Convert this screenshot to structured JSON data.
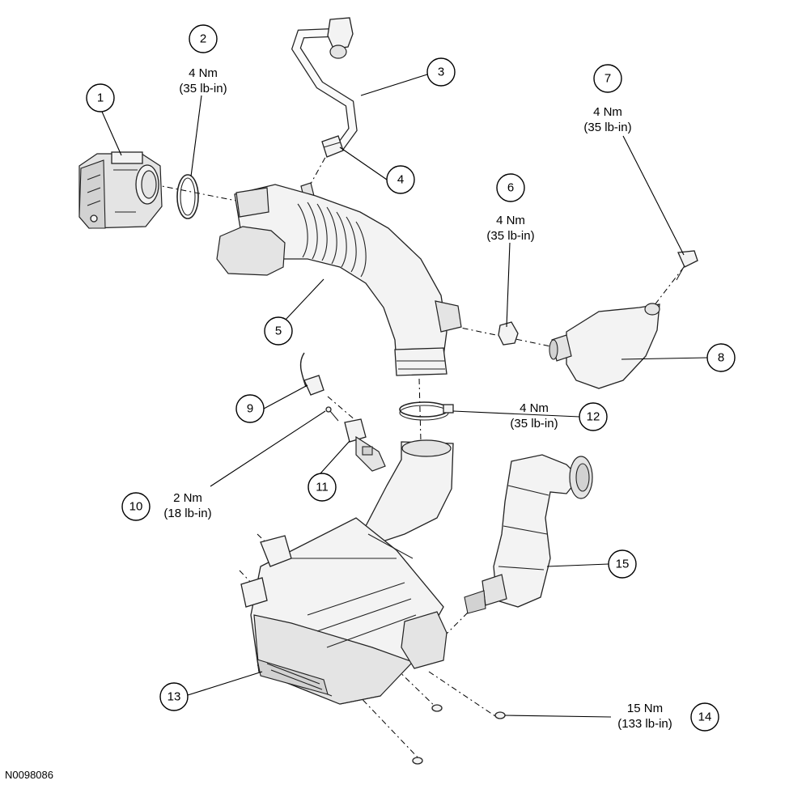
{
  "callouts": [
    {
      "id": "1"
    },
    {
      "id": "2"
    },
    {
      "id": "3"
    },
    {
      "id": "4"
    },
    {
      "id": "5"
    },
    {
      "id": "6"
    },
    {
      "id": "7"
    },
    {
      "id": "8"
    },
    {
      "id": "9"
    },
    {
      "id": "10"
    },
    {
      "id": "11"
    },
    {
      "id": "12"
    },
    {
      "id": "13"
    },
    {
      "id": "14"
    },
    {
      "id": "15"
    }
  ],
  "torques": {
    "t2": {
      "nm": "4 Nm",
      "lbin": "(35 lb-in)"
    },
    "t6": {
      "nm": "4 Nm",
      "lbin": "(35 lb-in)"
    },
    "t7": {
      "nm": "4 Nm",
      "lbin": "(35 lb-in)"
    },
    "t10": {
      "nm": "2 Nm",
      "lbin": "(18 lb-in)"
    },
    "t12": {
      "nm": "4 Nm",
      "lbin": "(35 lb-in)"
    },
    "t14": {
      "nm": "15 Nm",
      "lbin": "(133 lb-in)"
    }
  },
  "reference_code": "N0098086"
}
